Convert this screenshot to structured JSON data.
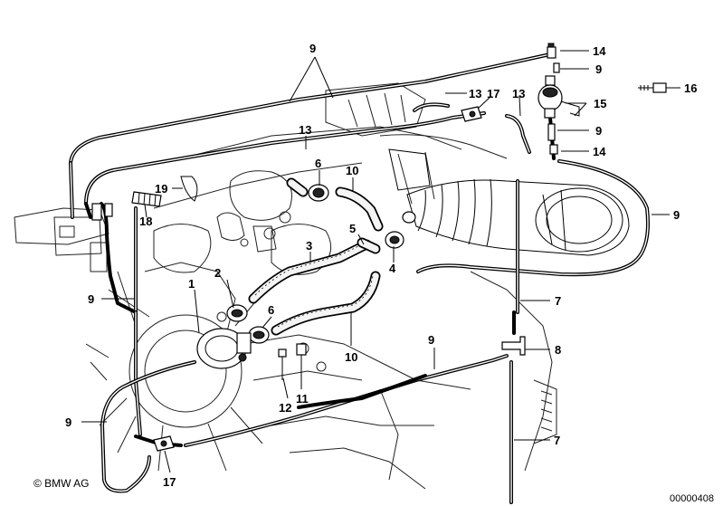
{
  "diagram": {
    "callouts": [
      {
        "id": "c-9-top",
        "label": "9"
      },
      {
        "id": "c-14-top",
        "label": "14"
      },
      {
        "id": "c-9-upper-right",
        "label": "9"
      },
      {
        "id": "c-16",
        "label": "16"
      },
      {
        "id": "c-13-left",
        "label": "13"
      },
      {
        "id": "c-17-top",
        "label": "17"
      },
      {
        "id": "c-13-right",
        "label": "13"
      },
      {
        "id": "c-15",
        "label": "15"
      },
      {
        "id": "c-13-mid",
        "label": "13"
      },
      {
        "id": "c-9-mid-right",
        "label": "9"
      },
      {
        "id": "c-14-mid",
        "label": "14"
      },
      {
        "id": "c-6-top",
        "label": "6"
      },
      {
        "id": "c-10-top",
        "label": "10"
      },
      {
        "id": "c-19",
        "label": "19"
      },
      {
        "id": "c-18",
        "label": "18"
      },
      {
        "id": "c-9-right",
        "label": "9"
      },
      {
        "id": "c-5",
        "label": "5"
      },
      {
        "id": "c-3",
        "label": "3"
      },
      {
        "id": "c-4",
        "label": "4"
      },
      {
        "id": "c-2",
        "label": "2"
      },
      {
        "id": "c-1",
        "label": "1"
      },
      {
        "id": "c-9-left",
        "label": "9"
      },
      {
        "id": "c-6-lower",
        "label": "6"
      },
      {
        "id": "c-7-upper",
        "label": "7"
      },
      {
        "id": "c-9-lower",
        "label": "9"
      },
      {
        "id": "c-8",
        "label": "8"
      },
      {
        "id": "c-10-lower",
        "label": "10"
      },
      {
        "id": "c-12",
        "label": "12"
      },
      {
        "id": "c-11",
        "label": "11"
      },
      {
        "id": "c-9-bottom-left",
        "label": "9"
      },
      {
        "id": "c-7-lower",
        "label": "7"
      },
      {
        "id": "c-17-bottom",
        "label": "17"
      }
    ]
  },
  "footer": {
    "copyright": "© BMW AG",
    "diagram_number": "00000408"
  }
}
